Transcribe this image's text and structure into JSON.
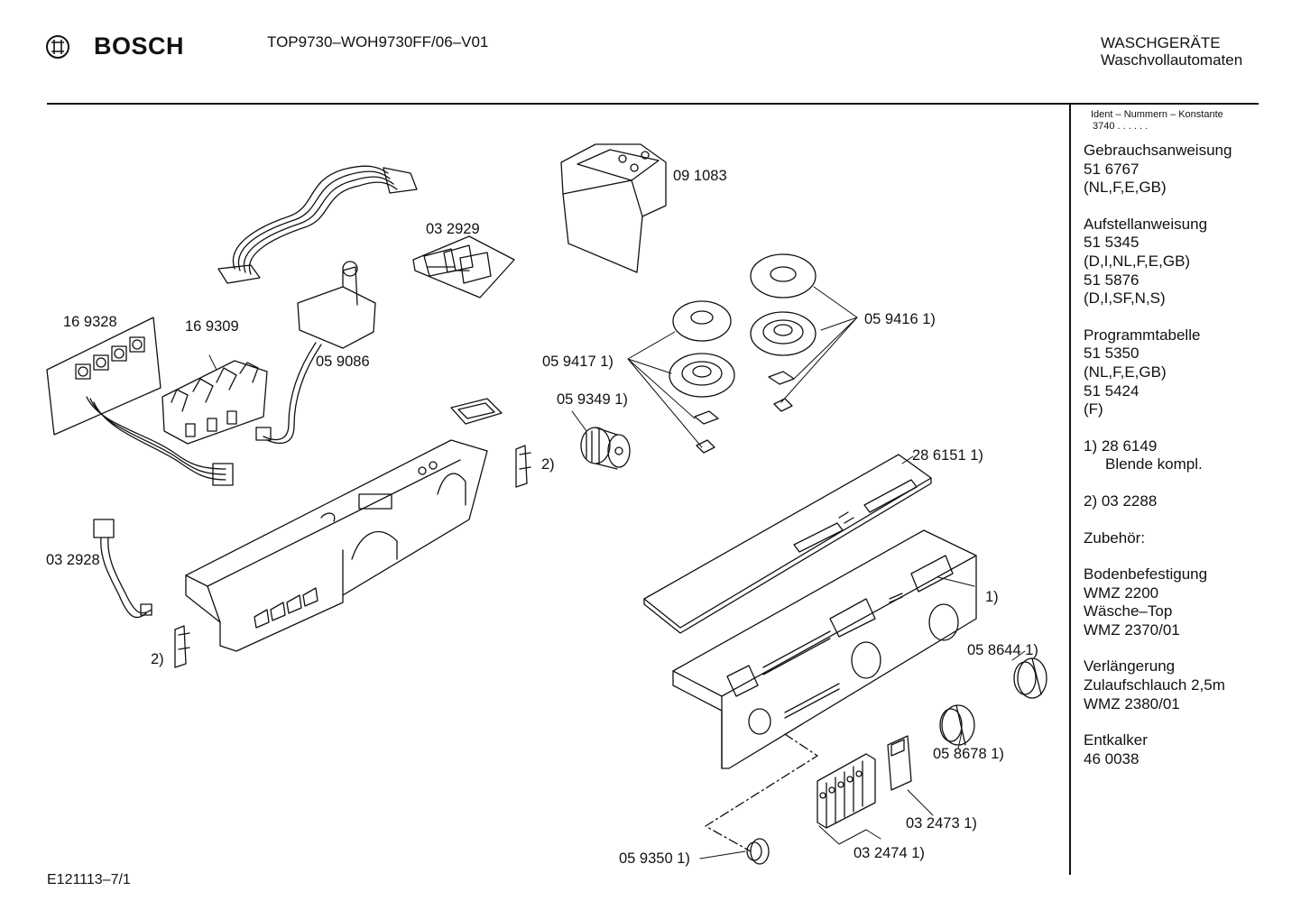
{
  "header": {
    "brand": "BOSCH",
    "model": "TOP9730–WOH9730FF/06–V01",
    "category_line1": "WASCHGERÄTE",
    "category_line2": "Waschvollautomaten"
  },
  "sidebar": {
    "ident_title": "Ident – Nummern – Konstante",
    "ident_value": "3740  .  .  .  .  .  .",
    "sections": [
      {
        "lines": [
          "Gebrauchsanweisung",
          "51 6767",
          "(NL,F,E,GB)"
        ]
      },
      {
        "lines": [
          "Aufstellanweisung",
          "51 5345",
          "(D,I,NL,F,E,GB)",
          "51 5876",
          "(D,I,SF,N,S)"
        ]
      },
      {
        "lines": [
          "Programmtabelle",
          "51 5350",
          "(NL,F,E,GB)",
          "51 5424",
          "(F)"
        ]
      },
      {
        "lines": [
          "1)  28 6149",
          "Blende kompl."
        ]
      },
      {
        "lines": [
          "2)  03 2288"
        ]
      },
      {
        "lines": [
          "Zubehör:"
        ]
      },
      {
        "lines": [
          "Bodenbefestigung",
          "WMZ 2200",
          "Wäsche–Top",
          "WMZ 2370/01"
        ]
      },
      {
        "lines": [
          "Verlängerung",
          "Zulaufschlauch 2,5m",
          "WMZ 2380/01"
        ]
      },
      {
        "lines": [
          "Entkalker",
          "46 0038"
        ]
      }
    ]
  },
  "diagram_labels": {
    "p091083": "09 1083",
    "p032929": "03 2929",
    "p169328": "16 9328",
    "p169309": "16 9309",
    "p059086": "05 9086",
    "p059416": "05 9416 1)",
    "p059417": "05 9417 1)",
    "p059349": "05 9349 1)",
    "p286151": "28 6151 1)",
    "clip2a": "2)",
    "p032928": "03 2928",
    "clip2b": "2)",
    "panel1": "1)",
    "p058644": "05 8644 1)",
    "p058678": "05 8678 1)",
    "p032473": "03 2473 1)",
    "p032474": "03 2474 1)",
    "p059350": "05 9350 1)"
  },
  "footer": {
    "code": "E121113–7/1"
  }
}
